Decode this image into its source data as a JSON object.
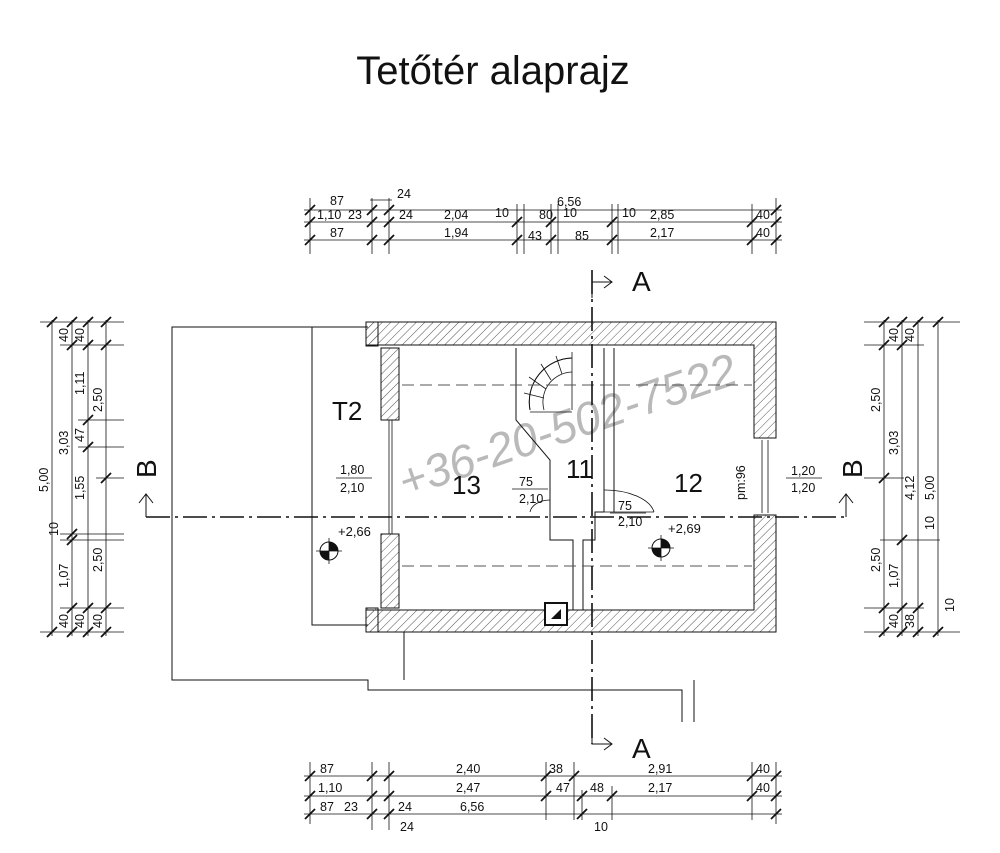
{
  "title": "Tetőtér alaprajz",
  "watermark": "+36-20-502-7522",
  "rooms": {
    "r13": {
      "num": "13",
      "area": "1,80",
      "height": "2,10"
    },
    "r11": {
      "num": "11",
      "area": "75",
      "height": "2,10"
    },
    "r12": {
      "num": "12",
      "area": "1,20",
      "height": "1,20"
    },
    "extra": {
      "area": "75",
      "height": "2,10"
    },
    "t2": "T2",
    "pm": "pm:96"
  },
  "levels": {
    "left": "+2,66",
    "right": "+2,69"
  },
  "sections": {
    "a": "A",
    "b": "B"
  },
  "dims": {
    "top": {
      "row1": [
        "87",
        "24",
        "6,56"
      ],
      "row2": [
        "1,10",
        "23",
        "24",
        "2,04",
        "10",
        "80",
        "10",
        "10",
        "2,85",
        "40"
      ],
      "row3": [
        "87",
        "1,94",
        "43",
        "85",
        "2,17",
        "40"
      ]
    },
    "bottom": {
      "row1": [
        "87",
        "2,40",
        "38",
        "2,91",
        "40"
      ],
      "row2": [
        "1,10",
        "2,47",
        "47",
        "48",
        "2,17",
        "40"
      ],
      "row3": [
        "87",
        "23",
        "24",
        "6,56",
        "10"
      ],
      "row4": [
        "24"
      ]
    },
    "left": {
      "outer": [
        "5,00"
      ],
      "col2": [
        "3,03",
        "10",
        "1,07",
        "40"
      ],
      "col3": [
        "40",
        "1,11",
        "47",
        "1,55",
        "40"
      ],
      "col4": [
        "40",
        "2,50",
        "2,50",
        "40"
      ]
    },
    "right": {
      "col1": [
        "40",
        "2,50",
        "2,50",
        "40"
      ],
      "col2": [
        "40",
        "3,03",
        "1,07",
        "38"
      ],
      "col3": [
        "4,12",
        "10"
      ],
      "col4": [
        "5,00",
        "10"
      ]
    }
  }
}
